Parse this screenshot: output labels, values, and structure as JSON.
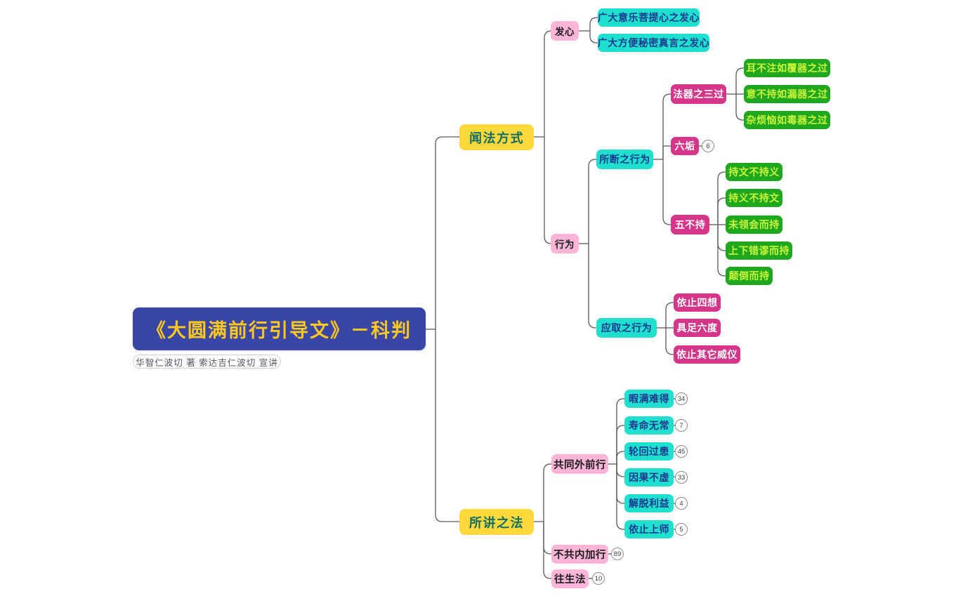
{
  "document": {
    "type": "mindmap",
    "background": "#ffffff",
    "edge_color": "#555a60"
  },
  "root": {
    "title": "《大圆满前行引导文》－科判",
    "subtitle": "华智仁波切 著  索达吉仁波切  宣讲",
    "bg": "#3a45a8",
    "fg": "#ffc91b"
  },
  "branches": [
    {
      "label": "闻法方式",
      "bg": "#ffd83b",
      "fg": "#0d6e62",
      "children": [
        {
          "label": "发心",
          "bg": "#fcb5d6",
          "fg": "#1c1c1c",
          "children": [
            {
              "label": "广大意乐菩提心之发心",
              "bg": "#1fe0cf",
              "fg": "#1b3a8f"
            },
            {
              "label": "广大方便秘密真言之发心",
              "bg": "#1fe0cf",
              "fg": "#1b3a8f"
            }
          ]
        },
        {
          "label": "行为",
          "bg": "#fcb5d6",
          "fg": "#1c1c1c",
          "children": [
            {
              "label": "所断之行为",
              "bg": "#1fe0cf",
              "fg": "#1b3a8f",
              "children": [
                {
                  "label": "法器之三过",
                  "bg": "#d6368a",
                  "fg": "#ffffff",
                  "children": [
                    {
                      "label": "耳不注如覆器之过",
                      "bg": "#1fa81f",
                      "fg": "#c9f53a"
                    },
                    {
                      "label": "意不持如漏器之过",
                      "bg": "#1fa81f",
                      "fg": "#c9f53a"
                    },
                    {
                      "label": "杂烦恼如毒器之过",
                      "bg": "#1fa81f",
                      "fg": "#c9f53a"
                    }
                  ]
                },
                {
                  "label": "六垢",
                  "bg": "#d6368a",
                  "fg": "#ffffff",
                  "badge": "6"
                },
                {
                  "label": "五不持",
                  "bg": "#d6368a",
                  "fg": "#ffffff",
                  "children": [
                    {
                      "label": "持文不持义",
                      "bg": "#1fa81f",
                      "fg": "#c9f53a"
                    },
                    {
                      "label": "持义不持文",
                      "bg": "#1fa81f",
                      "fg": "#c9f53a"
                    },
                    {
                      "label": "未领会而持",
                      "bg": "#1fa81f",
                      "fg": "#c9f53a"
                    },
                    {
                      "label": "上下错谬而持",
                      "bg": "#1fa81f",
                      "fg": "#c9f53a"
                    },
                    {
                      "label": "颠倒而持",
                      "bg": "#1fa81f",
                      "fg": "#c9f53a"
                    }
                  ]
                }
              ]
            },
            {
              "label": "应取之行为",
              "bg": "#1fe0cf",
              "fg": "#1b3a8f",
              "children": [
                {
                  "label": "依止四想",
                  "bg": "#d6368a",
                  "fg": "#ffffff"
                },
                {
                  "label": "具足六度",
                  "bg": "#d6368a",
                  "fg": "#ffffff"
                },
                {
                  "label": "依止其它威仪",
                  "bg": "#d6368a",
                  "fg": "#ffffff"
                }
              ]
            }
          ]
        }
      ]
    },
    {
      "label": "所讲之法",
      "bg": "#ffd83b",
      "fg": "#0d6e62",
      "children": [
        {
          "label": "共同外前行",
          "bg": "#fcb5d6",
          "fg": "#1c1c1c",
          "children": [
            {
              "label": "暇满难得",
              "bg": "#1fe0cf",
              "fg": "#1b3a8f",
              "badge": "34"
            },
            {
              "label": "寿命无常",
              "bg": "#1fe0cf",
              "fg": "#1b3a8f",
              "badge": "7"
            },
            {
              "label": "轮回过患",
              "bg": "#1fe0cf",
              "fg": "#1b3a8f",
              "badge": "45"
            },
            {
              "label": "因果不虚",
              "bg": "#1fe0cf",
              "fg": "#1b3a8f",
              "badge": "33"
            },
            {
              "label": "解脱利益",
              "bg": "#1fe0cf",
              "fg": "#1b3a8f",
              "badge": "4"
            },
            {
              "label": "依止上师",
              "bg": "#1fe0cf",
              "fg": "#1b3a8f",
              "badge": "5"
            }
          ]
        },
        {
          "label": "不共内加行",
          "bg": "#fcb5d6",
          "fg": "#1c1c1c",
          "badge": "89"
        },
        {
          "label": "往生法",
          "bg": "#fcb5d6",
          "fg": "#1c1c1c",
          "badge": "10"
        }
      ]
    }
  ],
  "nodes": {
    "root": {
      "text": "《大圆满前行引导文》－科判"
    },
    "subtitle": {
      "text": "华智仁波切 著  索达吉仁波切  宣讲"
    },
    "wenfa": {
      "text": "闻法方式"
    },
    "faxin": {
      "text": "发心"
    },
    "faxin_c1": {
      "text": "广大意乐菩提心之发心"
    },
    "faxin_c2": {
      "text": "广大方便秘密真言之发心"
    },
    "xingwei": {
      "text": "行为"
    },
    "suoduan": {
      "text": "所断之行为"
    },
    "faqi": {
      "text": "法器之三过"
    },
    "faqi_c1": {
      "text": "耳不注如覆器之过"
    },
    "faqi_c2": {
      "text": "意不持如漏器之过"
    },
    "faqi_c3": {
      "text": "杂烦恼如毒器之过"
    },
    "liugou": {
      "text": "六垢",
      "badge": "6"
    },
    "wubuchi": {
      "text": "五不持"
    },
    "wubuchi_c1": {
      "text": "持文不持义"
    },
    "wubuchi_c2": {
      "text": "持义不持文"
    },
    "wubuchi_c3": {
      "text": "未领会而持"
    },
    "wubuchi_c4": {
      "text": "上下错谬而持"
    },
    "wubuchi_c5": {
      "text": "颠倒而持"
    },
    "yingqu": {
      "text": "应取之行为"
    },
    "yingqu_c1": {
      "text": "依止四想"
    },
    "yingqu_c2": {
      "text": "具足六度"
    },
    "yingqu_c3": {
      "text": "依止其它威仪"
    },
    "suojiang": {
      "text": "所讲之法"
    },
    "gongtong": {
      "text": "共同外前行"
    },
    "gt_c1": {
      "text": "暇满难得",
      "badge": "34"
    },
    "gt_c2": {
      "text": "寿命无常",
      "badge": "7"
    },
    "gt_c3": {
      "text": "轮回过患",
      "badge": "45"
    },
    "gt_c4": {
      "text": "因果不虚",
      "badge": "33"
    },
    "gt_c5": {
      "text": "解脱利益",
      "badge": "4"
    },
    "gt_c6": {
      "text": "依止上师",
      "badge": "5"
    },
    "bugong": {
      "text": "不共内加行",
      "badge": "89"
    },
    "wangsheng": {
      "text": "往生法",
      "badge": "10"
    }
  }
}
